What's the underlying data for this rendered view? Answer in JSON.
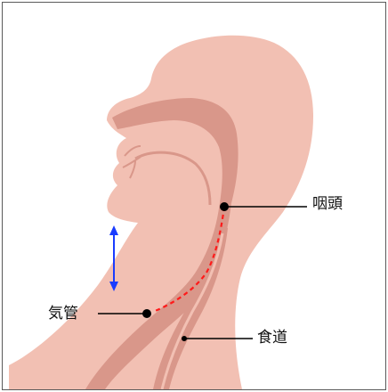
{
  "labels": {
    "pharynx": "咽頭",
    "trachea": "気管",
    "esophagus": "食道"
  },
  "colors": {
    "skin": "#f2c0b3",
    "inner": "#d9978a",
    "arrow": "#1a3cff",
    "dashed_path": "#ff1a1a",
    "leader": "#000000"
  }
}
